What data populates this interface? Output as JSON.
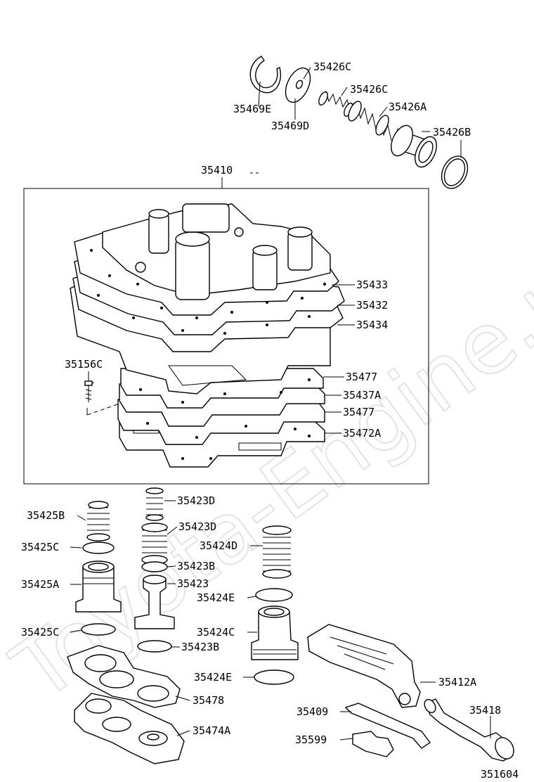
{
  "watermark": "Toyota-Engine.ru",
  "figure_id": "351604",
  "labels": {
    "l35426C_a": "35426C",
    "l35426C_b": "35426C",
    "l35426A": "35426A",
    "l35426B": "35426B",
    "l35469E": "35469E",
    "l35469D": "35469D",
    "l35410": "35410",
    "l35433": "35433",
    "l35432": "35432",
    "l35434": "35434",
    "l35156C": "35156C",
    "l35477_a": "35477",
    "l35437A": "35437A",
    "l35477_b": "35477",
    "l35472A": "35472A",
    "l35425B": "35425B",
    "l35425C_a": "35425C",
    "l35425A": "35425A",
    "l35425C_b": "35425C",
    "l35423D_a": "35423D",
    "l35423D_b": "35423D",
    "l35423B_a": "35423B",
    "l35423": "35423",
    "l35423B_b": "35423B",
    "l35424D": "35424D",
    "l35424E_a": "35424E",
    "l35424C": "35424C",
    "l35424E_b": "35424E",
    "l35478": "35478",
    "l35474A": "35474A",
    "l35412A": "35412A",
    "l35409": "35409",
    "l35418": "35418",
    "l35599": "35599"
  }
}
